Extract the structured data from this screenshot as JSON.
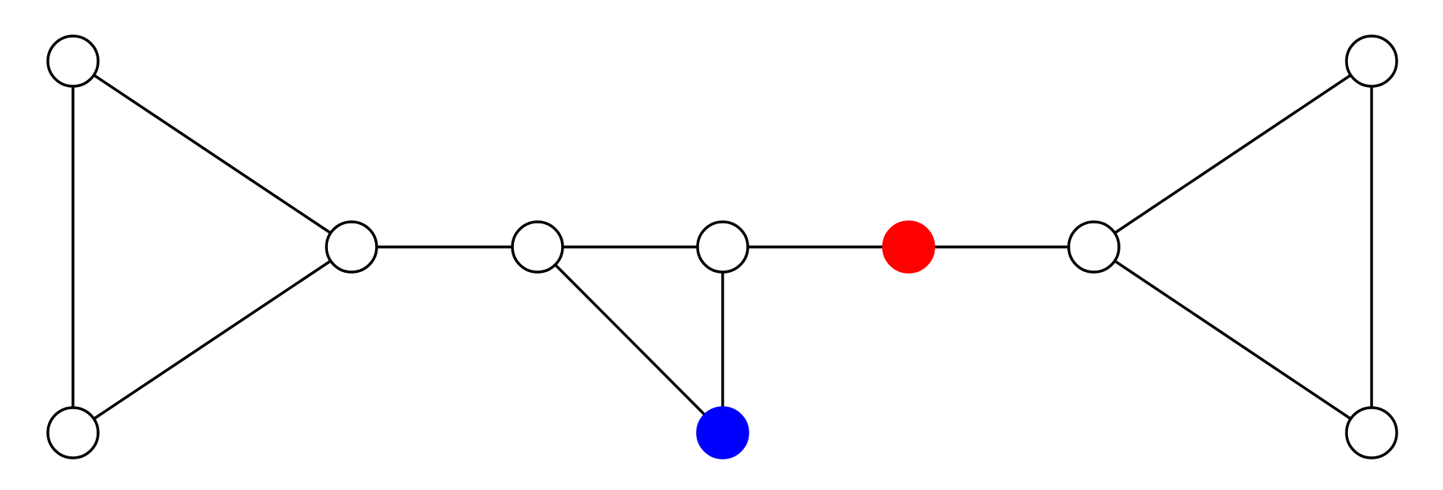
{
  "diagram": {
    "type": "undirected-graph",
    "colors": {
      "edge": "#000000",
      "node_default_fill": "#ffffff",
      "node_default_stroke": "#000000",
      "highlight_red": "#ff0000",
      "highlight_blue": "#0000ff"
    },
    "nodes": [
      {
        "id": "left-top",
        "fill": "#ffffff",
        "stroke": "#000000"
      },
      {
        "id": "left-bottom",
        "fill": "#ffffff",
        "stroke": "#000000"
      },
      {
        "id": "left-hub",
        "fill": "#ffffff",
        "stroke": "#000000"
      },
      {
        "id": "center-left",
        "fill": "#ffffff",
        "stroke": "#000000"
      },
      {
        "id": "center-right",
        "fill": "#ffffff",
        "stroke": "#000000"
      },
      {
        "id": "blue-node",
        "fill": "#0000ff",
        "stroke": "#0000ff"
      },
      {
        "id": "red-node",
        "fill": "#ff0000",
        "stroke": "#ff0000"
      },
      {
        "id": "right-hub",
        "fill": "#ffffff",
        "stroke": "#000000"
      },
      {
        "id": "right-top",
        "fill": "#ffffff",
        "stroke": "#000000"
      },
      {
        "id": "right-bottom",
        "fill": "#ffffff",
        "stroke": "#000000"
      }
    ],
    "edges": [
      [
        "left-top",
        "left-bottom"
      ],
      [
        "left-top",
        "left-hub"
      ],
      [
        "left-bottom",
        "left-hub"
      ],
      [
        "left-hub",
        "center-left"
      ],
      [
        "center-left",
        "center-right"
      ],
      [
        "center-left",
        "blue-node"
      ],
      [
        "center-right",
        "blue-node"
      ],
      [
        "center-right",
        "red-node"
      ],
      [
        "red-node",
        "right-hub"
      ],
      [
        "right-hub",
        "right-top"
      ],
      [
        "right-hub",
        "right-bottom"
      ],
      [
        "right-top",
        "right-bottom"
      ]
    ]
  }
}
